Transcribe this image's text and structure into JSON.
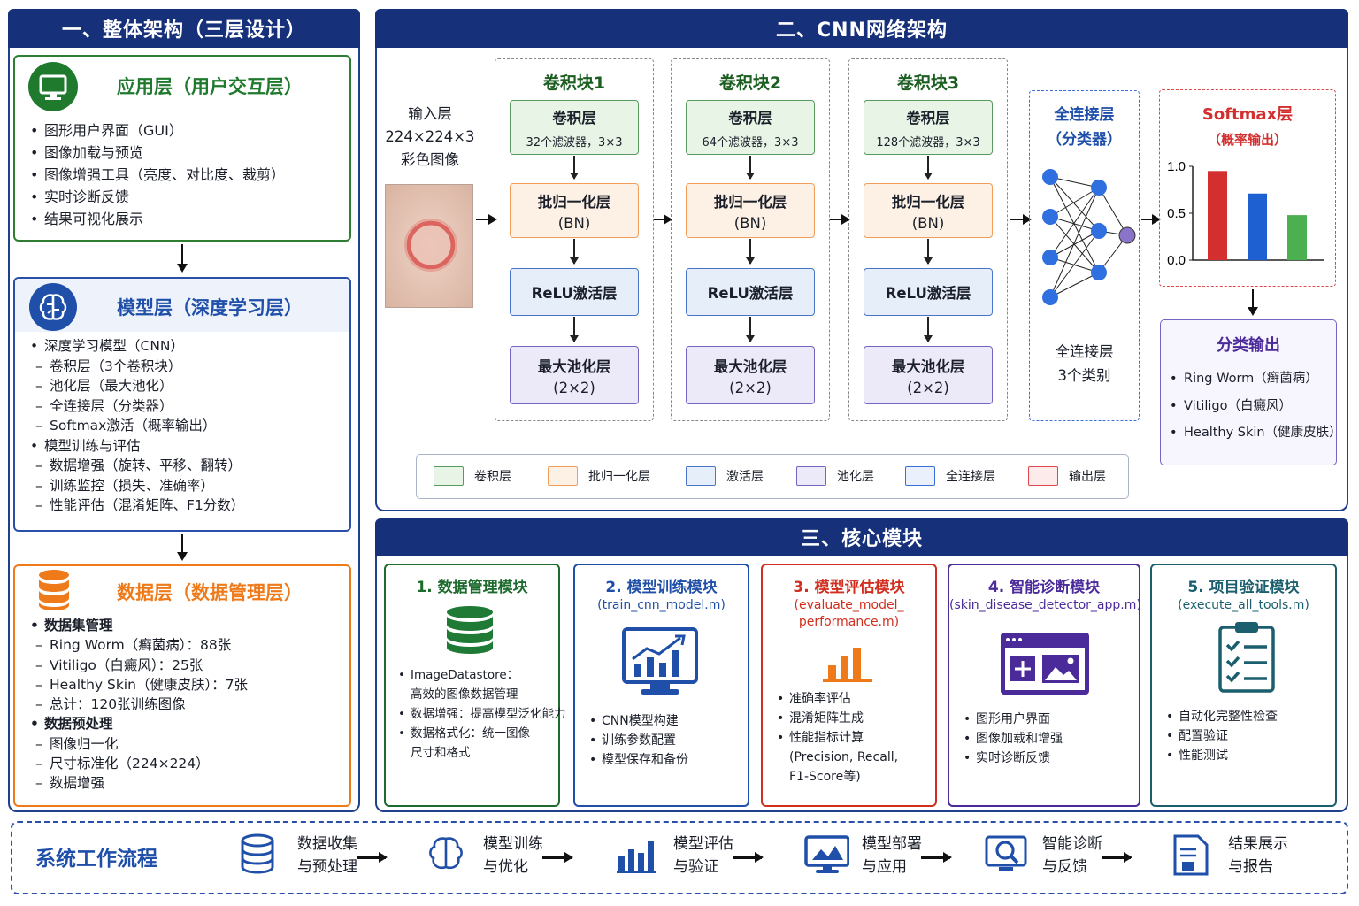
{
  "section1": {
    "title": "一、整体架构（三层设计）",
    "app_layer": {
      "title": "应用层（用户交互层）",
      "items": [
        "图形用户界面（GUI）",
        "图像加载与预览",
        "图像增强工具（亮度、对比度、裁剪）",
        "实时诊断反馈",
        "结果可视化展示"
      ]
    },
    "model_layer": {
      "title": "模型层（深度学习层）",
      "items": [
        {
          "t": "深度学习模型（CNN）",
          "k": "b"
        },
        {
          "t": "卷积层（3个卷积块）",
          "k": "d"
        },
        {
          "t": "池化层（最大池化）",
          "k": "d"
        },
        {
          "t": "全连接层（分类器）",
          "k": "d"
        },
        {
          "t": "Softmax激活（概率输出）",
          "k": "d"
        },
        {
          "t": "模型训练与评估",
          "k": "b"
        },
        {
          "t": "数据增强（旋转、平移、翻转）",
          "k": "d"
        },
        {
          "t": "训练监控（损失、准确率）",
          "k": "d"
        },
        {
          "t": "性能评估（混淆矩阵、F1分数）",
          "k": "d"
        }
      ]
    },
    "data_layer": {
      "title": "数据层（数据管理层）",
      "items": [
        {
          "t": "数据集管理",
          "k": "b"
        },
        {
          "t": "Ring Worm（癣菌病）：88张",
          "k": "d"
        },
        {
          "t": "Vitiligo（白癜风）：25张",
          "k": "d"
        },
        {
          "t": "Healthy Skin（健康皮肤）：7张",
          "k": "d"
        },
        {
          "t": "总计：120张训练图像",
          "k": "d"
        },
        {
          "t": "数据预处理",
          "k": "b"
        },
        {
          "t": "图像归一化",
          "k": "d"
        },
        {
          "t": "尺寸标准化（224×224）",
          "k": "d"
        },
        {
          "t": "数据增强",
          "k": "d"
        }
      ]
    }
  },
  "section2": {
    "title": "二、CNN网络架构",
    "input": {
      "line1": "输入层",
      "line2": "224×224×3",
      "line3": "彩色图像"
    },
    "blocks": [
      {
        "title": "卷积块1",
        "conv": "卷积层",
        "conv_sub": "32个滤波器，3×3",
        "bn": "批归一化层",
        "bn_sub": "(BN)",
        "relu": "ReLU激活层",
        "pool": "最大池化层",
        "pool_sub": "(2×2)"
      },
      {
        "title": "卷积块2",
        "conv": "卷积层",
        "conv_sub": "64个滤波器，3×3",
        "bn": "批归一化层",
        "bn_sub": "(BN)",
        "relu": "ReLU激活层",
        "pool": "最大池化层",
        "pool_sub": "(2×2)"
      },
      {
        "title": "卷积块3",
        "conv": "卷积层",
        "conv_sub": "128个滤波器，3×3",
        "bn": "批归一化层",
        "bn_sub": "(BN)",
        "relu": "ReLU激活层",
        "pool": "最大池化层",
        "pool_sub": "(2×2)"
      }
    ],
    "fc": {
      "title": "全连接层",
      "subtitle": "（分类器）",
      "label1": "全连接层",
      "label2": "3个类别"
    },
    "softmax": {
      "title": "Softmax层",
      "subtitle": "（概率输出）",
      "chart_data": {
        "type": "bar",
        "categories": [
          "Ring Worm",
          "Vitiligo",
          "Healthy Skin"
        ],
        "values": [
          0.95,
          0.71,
          0.48
        ],
        "yticks": [
          "1.0",
          "0.5",
          "0.0"
        ],
        "ylim": [
          0,
          1.0
        ],
        "colors": [
          "#d32f2f",
          "#1e5fd1",
          "#4caf50"
        ]
      }
    },
    "output": {
      "title": "分类输出",
      "items": [
        "Ring Worm（癣菌病）",
        "Vitiligo（白癜风）",
        "Healthy Skin（健康皮肤）"
      ]
    },
    "legend": [
      {
        "label": "卷积层",
        "color": "#5a9a5e",
        "fill": "#e8f4e6"
      },
      {
        "label": "批归一化层",
        "color": "#f29d5a",
        "fill": "#fdf0e4"
      },
      {
        "label": "激活层",
        "color": "#4a74c8",
        "fill": "#e6eefa"
      },
      {
        "label": "池化层",
        "color": "#7664c2",
        "fill": "#ece9f8"
      },
      {
        "label": "全连接层",
        "color": "#3b6fd8",
        "fill": "#eaf0fc"
      },
      {
        "label": "输出层",
        "color": "#e0464a",
        "fill": "#fdeaea"
      }
    ]
  },
  "section3": {
    "title": "三、核心模块",
    "modules": [
      {
        "title": "1. 数据管理模块",
        "sub": "",
        "color": "#1e6b2e",
        "items": [
          "ImageDatastore：",
          "高效的图像数据管理",
          "数据增强：提高模型泛化能力",
          "数据格式化：统一图像",
          "尺寸和格式"
        ]
      },
      {
        "title": "2. 模型训练模块",
        "sub": "(train_cnn_model.m)",
        "color": "#1f4fa8",
        "items": [
          "CNN模型构建",
          "训练参数配置",
          "模型保存和备份"
        ]
      },
      {
        "title": "3. 模型评估模块",
        "sub": "(evaluate_model_\nperformance.m)",
        "color": "#d12e1f",
        "items": [
          "准确率评估",
          "混淆矩阵生成",
          "性能指标计算",
          "(Precision, Recall,",
          "F1-Score等)"
        ]
      },
      {
        "title": "4. 智能诊断模块",
        "sub": "(skin_disease_detector_app.m)",
        "color": "#4b2a9a",
        "items": [
          "图形用户界面",
          "图像加载和增强",
          "实时诊断反馈"
        ]
      },
      {
        "title": "5. 项目验证模块",
        "sub": "(execute_all_tools.m)",
        "color": "#1b5f6e",
        "items": [
          "自动化完整性检查",
          "配置验证",
          "性能测试"
        ]
      }
    ]
  },
  "workflow": {
    "title": "系统工作流程",
    "steps": [
      {
        "l1": "数据收集",
        "l2": "与预处理",
        "icon": "database-icon"
      },
      {
        "l1": "模型训练",
        "l2": "与优化",
        "icon": "brain-icon"
      },
      {
        "l1": "模型评估",
        "l2": "与验证",
        "icon": "bar-chart-icon"
      },
      {
        "l1": "模型部署",
        "l2": "与应用",
        "icon": "monitor-icon"
      },
      {
        "l1": "智能诊断",
        "l2": "与反馈",
        "icon": "magnifier-icon"
      },
      {
        "l1": "结果展示",
        "l2": "与报告",
        "icon": "report-icon"
      }
    ]
  }
}
